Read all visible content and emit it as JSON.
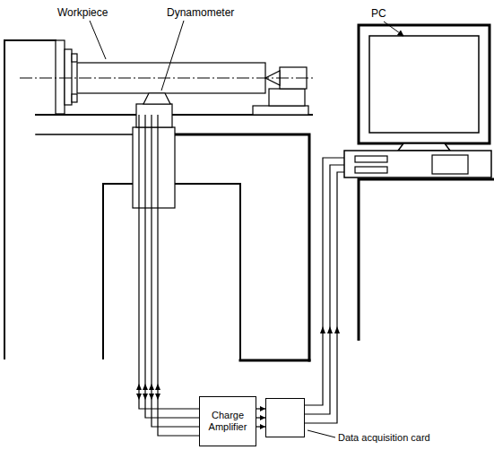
{
  "diagram": {
    "nodes": [
      {
        "text": [
          "Charge Amplifier"
        ]
      },
      {
        "text": [
          "Data acquisition card"
        ]
      }
    ],
    "edges": [
      {
        "from": 0,
        "to": 1,
        "arrow": "to"
      }
    ],
    "labels": [
      "Workpiece",
      "Dynamometer",
      "PC"
    ]
  }
}
